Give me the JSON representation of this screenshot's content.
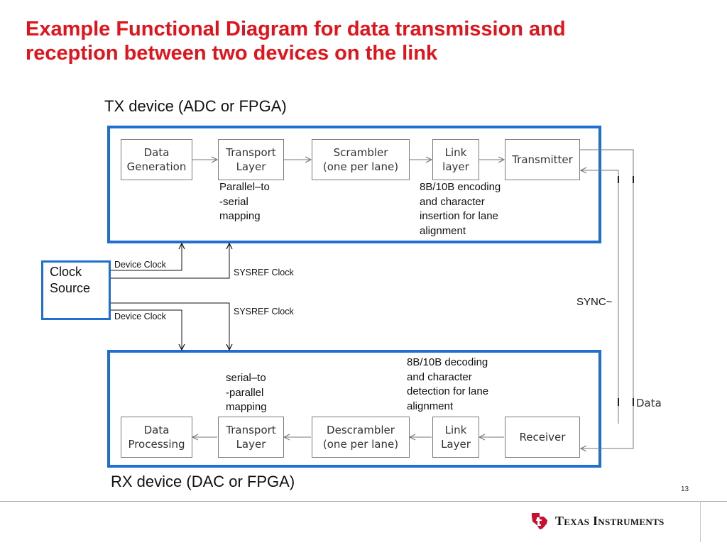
{
  "slide": {
    "title_line1": "Example Functional Diagram for data transmission and",
    "title_line2": "reception between two devices on the link",
    "page_number": "13"
  },
  "tx": {
    "label": "TX device (ADC or FPGA)",
    "blocks": [
      {
        "line1": "Data",
        "line2": "Generation"
      },
      {
        "line1": "Transport",
        "line2": "Layer"
      },
      {
        "line1": "Scrambler",
        "line2": "(one per lane)"
      },
      {
        "line1": "Link",
        "line2": "layer"
      },
      {
        "line1": "Transmitter",
        "line2": ""
      }
    ],
    "note_transport": [
      "Parallel–to",
      "-serial",
      "mapping"
    ],
    "note_link": [
      "8B/10B encoding",
      "and character",
      "insertion for lane",
      "alignment"
    ]
  },
  "rx": {
    "label": "RX device (DAC or FPGA)",
    "blocks": [
      {
        "line1": "Data",
        "line2": "Processing"
      },
      {
        "line1": "Transport",
        "line2": "Layer"
      },
      {
        "line1": "Descrambler",
        "line2": "(one per lane)"
      },
      {
        "line1": "Link",
        "line2": "Layer"
      },
      {
        "line1": "Receiver",
        "line2": ""
      }
    ],
    "note_transport": [
      "serial–to",
      "-parallel",
      "mapping"
    ],
    "note_link": [
      "8B/10B decoding",
      "and character",
      "detection for lane",
      "alignment"
    ]
  },
  "clock": {
    "source_line1": "Clock",
    "source_line2": "Source",
    "device_clock_top": "Device Clock",
    "device_clock_bottom": "Device Clock",
    "sysref_top": "SYSREF Clock",
    "sysref_bottom": "SYSREF Clock"
  },
  "signals": {
    "sync": "SYNC~",
    "data": "Data"
  },
  "brand": {
    "company": "Texas Instruments",
    "logo_color": "#c8102e"
  },
  "colors": {
    "title": "#e2141b",
    "frame": "#1f6fd1"
  }
}
